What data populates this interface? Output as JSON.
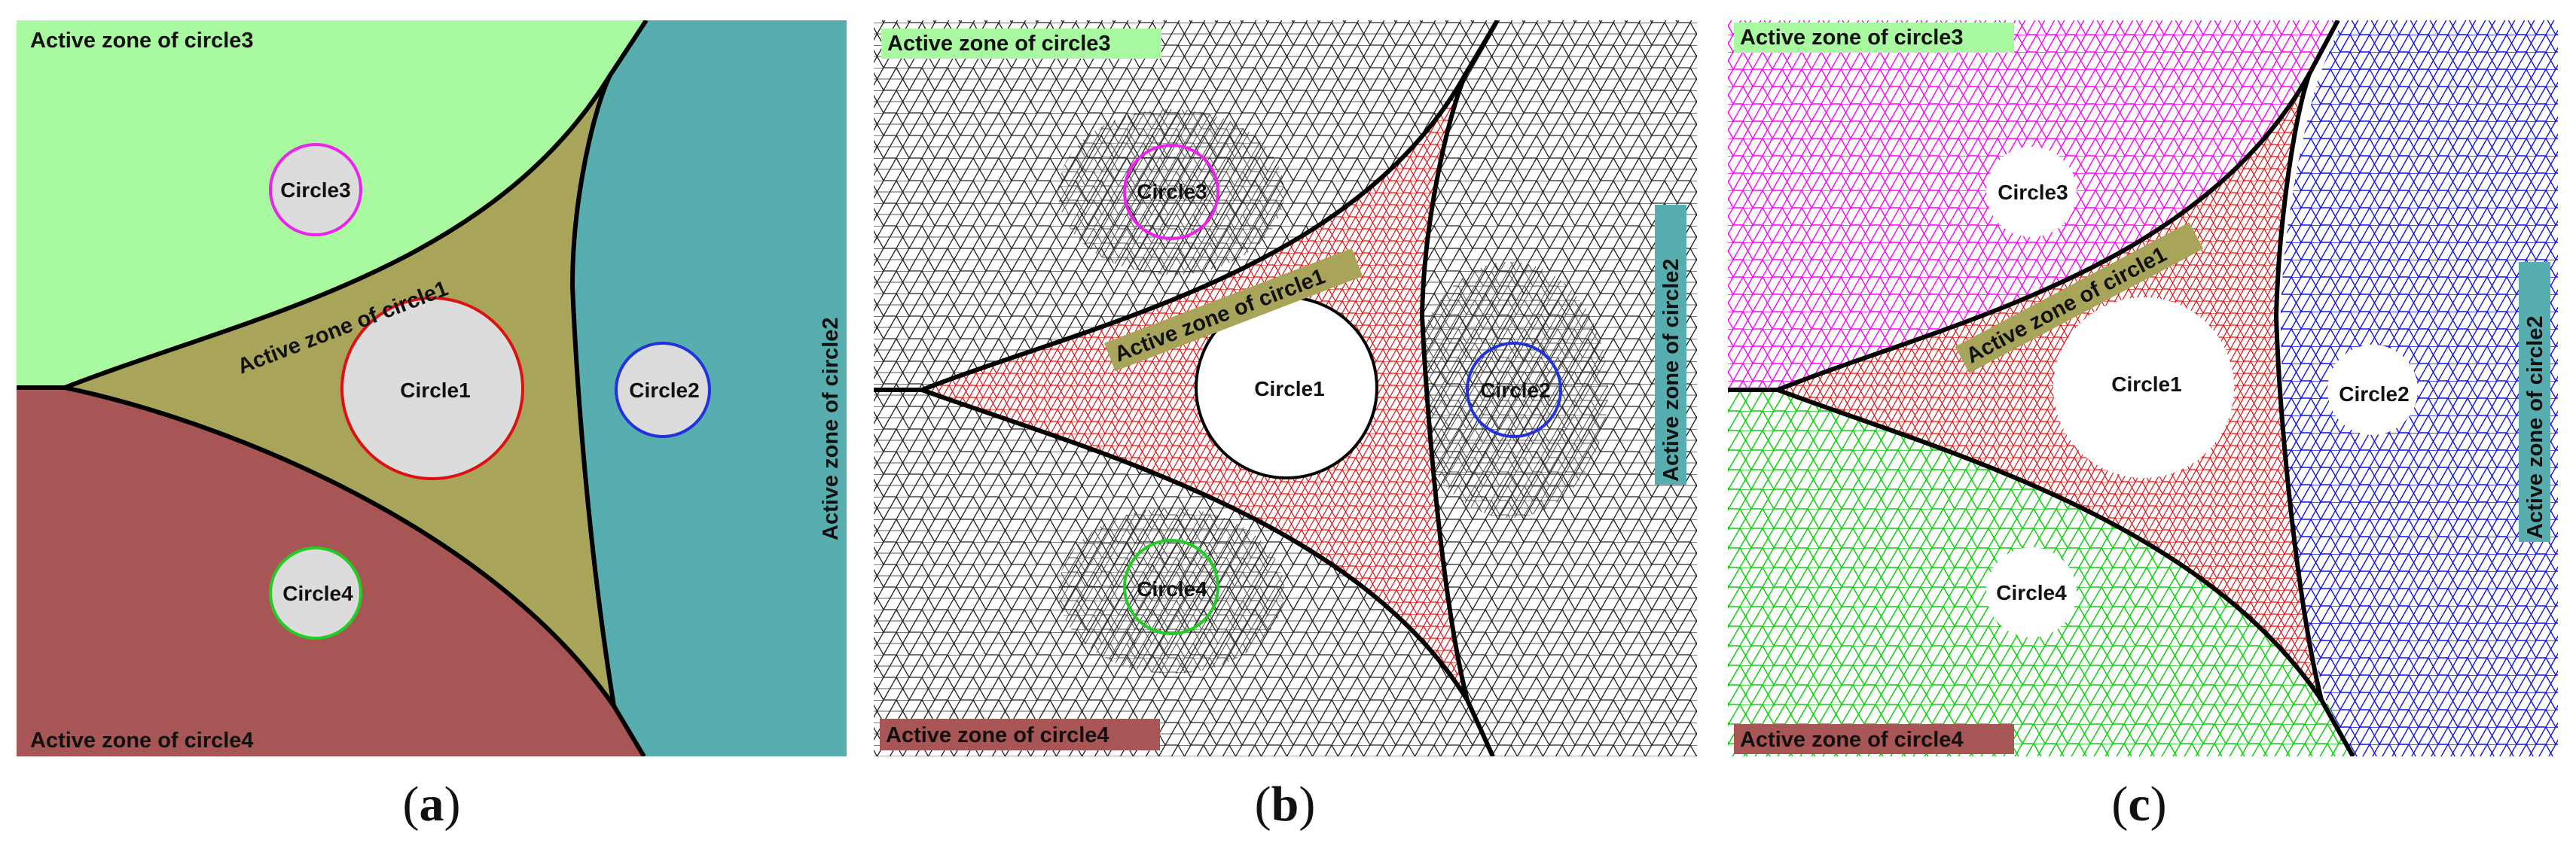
{
  "panels": [
    {
      "caption_letter": "a",
      "labels": {
        "zone1": "Active zone of circle1",
        "zone2": "Active zone of circle2",
        "zone3": "Active zone of circle3",
        "zone4": "Active zone of circle4"
      },
      "circles": [
        "Circle1",
        "Circle2",
        "Circle3",
        "Circle4"
      ]
    },
    {
      "caption_letter": "b",
      "labels": {
        "zone1": "Active zone of circle1",
        "zone2": "Active zone of circle2",
        "zone3": "Active zone of circle3",
        "zone4": "Active zone of circle4"
      },
      "circles": [
        "Circle1",
        "Circle2",
        "Circle3",
        "Circle4"
      ]
    },
    {
      "caption_letter": "c",
      "labels": {
        "zone1": "Active zone of circle1",
        "zone2": "Active zone of circle2",
        "zone3": "Active zone of circle3",
        "zone4": "Active zone of circle4"
      },
      "circles": [
        "Circle1",
        "Circle2",
        "Circle3",
        "Circle4"
      ]
    }
  ],
  "colors": {
    "zone1_fill": "#a8a55a",
    "zone2_fill": "#58aeae",
    "zone3_fill": "#a9f9a0",
    "zone4_fill": "#a85555",
    "circle_fill": "#dcdcdc",
    "circle1_stroke": "#dd1111",
    "circle2_stroke": "#2233dd",
    "circle3_stroke": "#ee22ee",
    "circle4_stroke": "#22cc22",
    "mesh_gray": "#222222",
    "mesh_red": "#dd1111",
    "mesh_magenta": "#ff00ff",
    "mesh_blue": "#1111ee",
    "mesh_green": "#11cc11",
    "boundary": "#000000"
  }
}
